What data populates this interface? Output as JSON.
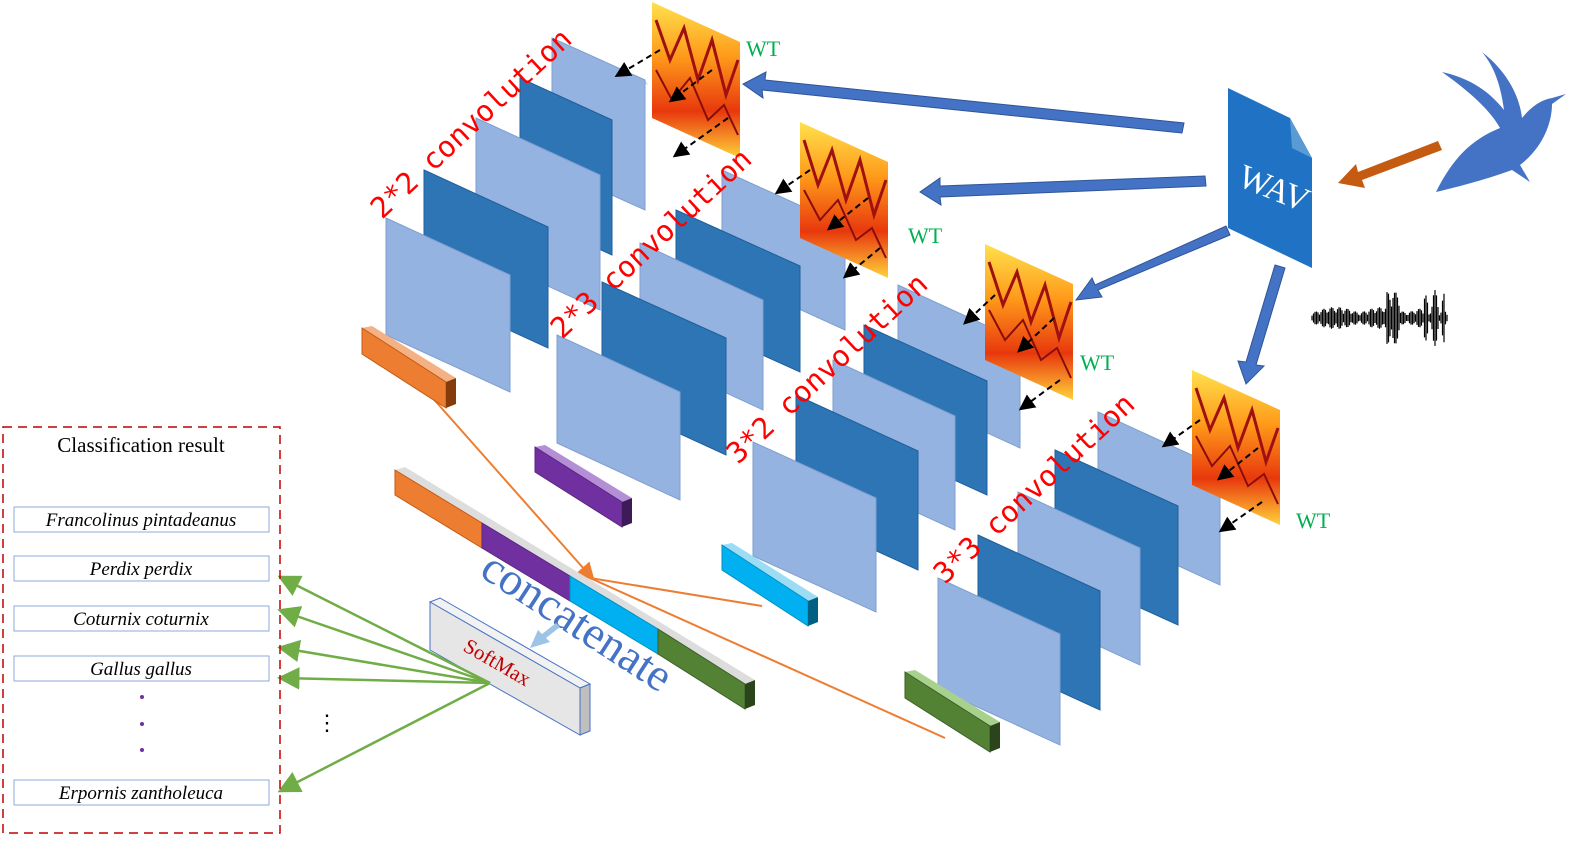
{
  "wt_label": "WT",
  "wav_label": "WAV",
  "branches": [
    {
      "label": "2*2 convolution",
      "color": "#00b0f0"
    },
    {
      "label": "2*3 convolution",
      "color": "#7030a0"
    },
    {
      "label": "3*2 convolution",
      "color": "#00b0f0"
    },
    {
      "label": "3*3 convolution",
      "color": "#548235"
    }
  ],
  "concatenate_label": "concatenate",
  "softmax_label": "SoftMax",
  "classification": {
    "title": "Classification result",
    "species": [
      "Francolinus pintadeanus",
      "Perdix perdix",
      "Coturnix coturnix",
      "Gallus gallus",
      "Erpornis zantholeuca"
    ],
    "ellipsis": "⋮"
  },
  "colors": {
    "light_map": "#95b3e0",
    "dark_map": "#2e75b6",
    "conv_label": "#ff0000",
    "wt_label": "#00b050",
    "arrow_blue": "#4472c4",
    "arrow_orange": "#c55a11",
    "concat_text": "#4472c4",
    "softmax_text": "#c00000",
    "green_arrow": "#70ad47",
    "orange_line": "#ed7d31",
    "box_border": "#c00000",
    "species_border": "#8eaadb",
    "bird": "#4472c4",
    "seg_orange": "#ed7d31",
    "seg_purple": "#7030a0",
    "seg_cyan": "#00b0f0",
    "seg_green": "#548235"
  }
}
